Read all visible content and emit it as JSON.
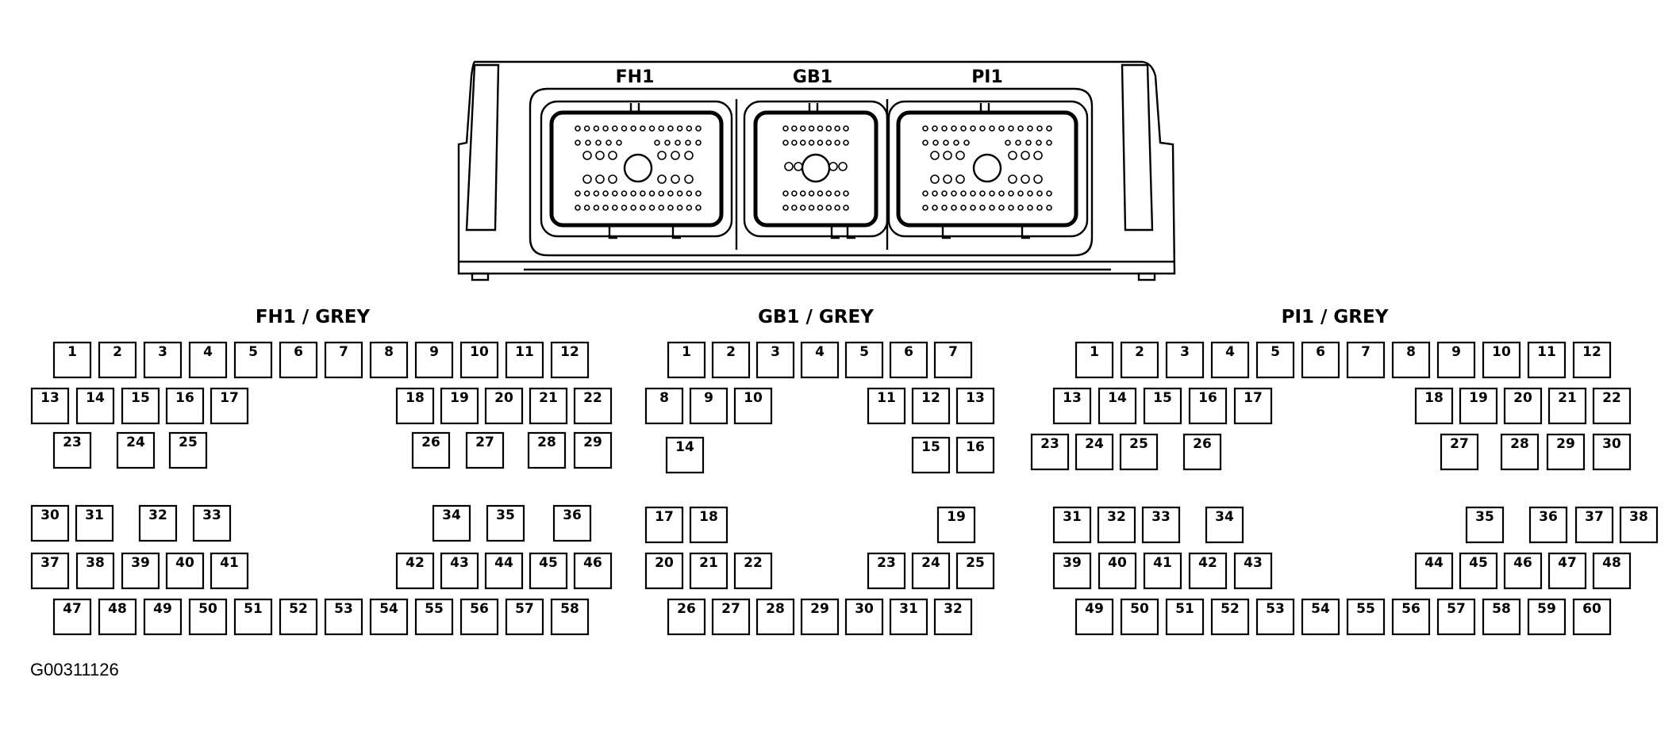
{
  "figure_id": "G00311126",
  "connectors": [
    {
      "key": "fh1",
      "label": "FH1",
      "group_title": "FH1 / GREY"
    },
    {
      "key": "gb1",
      "label": "GB1",
      "group_title": "GB1 / GREY"
    },
    {
      "key": "pi1",
      "label": "PI1",
      "group_title": "PI1 / GREY"
    }
  ],
  "pinouts": {
    "fh1": {
      "rows": [
        [
          "1",
          "2",
          "3",
          "4",
          "5",
          "6",
          "7",
          "8",
          "9",
          "10",
          "11",
          "12"
        ],
        [
          "13",
          "14",
          "15",
          "16",
          "17",
          "18",
          "19",
          "20",
          "21",
          "22"
        ],
        [
          "23",
          "24",
          "25",
          "26",
          "27",
          "28",
          "29"
        ],
        [
          "30",
          "31",
          "32",
          "33",
          "34",
          "35",
          "36"
        ],
        [
          "37",
          "38",
          "39",
          "40",
          "41",
          "42",
          "43",
          "44",
          "45",
          "46"
        ],
        [
          "47",
          "48",
          "49",
          "50",
          "51",
          "52",
          "53",
          "54",
          "55",
          "56",
          "57",
          "58"
        ]
      ]
    },
    "gb1": {
      "rows": [
        [
          "1",
          "2",
          "3",
          "4",
          "5",
          "6",
          "7"
        ],
        [
          "8",
          "9",
          "10",
          "11",
          "12",
          "13"
        ],
        [
          "14",
          "15",
          "16"
        ],
        [
          "17",
          "18",
          "19"
        ],
        [
          "20",
          "21",
          "22",
          "23",
          "24",
          "25"
        ],
        [
          "26",
          "27",
          "28",
          "29",
          "30",
          "31",
          "32"
        ]
      ]
    },
    "pi1": {
      "rows": [
        [
          "1",
          "2",
          "3",
          "4",
          "5",
          "6",
          "7",
          "8",
          "9",
          "10",
          "11",
          "12"
        ],
        [
          "13",
          "14",
          "15",
          "16",
          "17",
          "18",
          "19",
          "20",
          "21",
          "22"
        ],
        [
          "23",
          "24",
          "25",
          "26",
          "27",
          "28",
          "29",
          "30"
        ],
        [
          "31",
          "32",
          "33",
          "34",
          "35",
          "36",
          "37",
          "38"
        ],
        [
          "39",
          "40",
          "41",
          "42",
          "43",
          "44",
          "45",
          "46",
          "47",
          "48"
        ],
        [
          "49",
          "50",
          "51",
          "52",
          "53",
          "54",
          "55",
          "56",
          "57",
          "58",
          "59",
          "60"
        ]
      ]
    }
  }
}
